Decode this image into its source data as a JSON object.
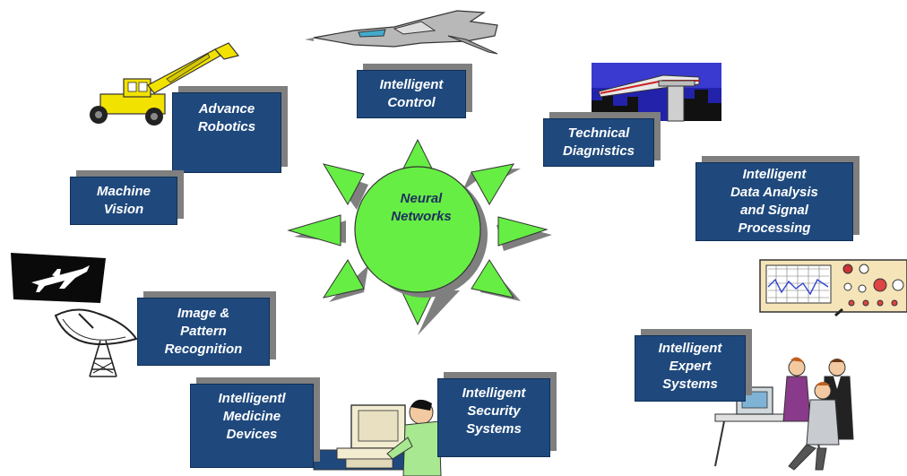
{
  "hub": {
    "label": "Neural\nNetworks",
    "color": "#66ee44"
  },
  "applications": {
    "intelligent_control": "Intelligent\nControl",
    "advance_robotics": "Advance\nRobotics",
    "machine_vision": "Machine\nVision",
    "technical_diagnistics": "Technical\nDiagnistics",
    "data_analysis": "Intelligent\nData Analysis\nand Signal\nProcessing",
    "image_pattern": "Image &\nPattern\nRecognition",
    "medicine_devices": "Intelligentl\nMedicine\nDevices",
    "security_systems": "Intelligent\nSecurity\nSystems",
    "expert_systems": "Intelligent\nExpert\nSystems"
  },
  "colors": {
    "box_fill": "#1f497d",
    "box_shadow": "#7f7f7f",
    "box_text": "#ffffff",
    "hub_fill": "#66ee44"
  },
  "icons": [
    "fighter-jet-icon",
    "excavator-icon",
    "train-icon",
    "airplane-icon",
    "satellite-dish-icon",
    "oscilloscope-icon",
    "computer-operator-icon",
    "business-team-icon"
  ]
}
